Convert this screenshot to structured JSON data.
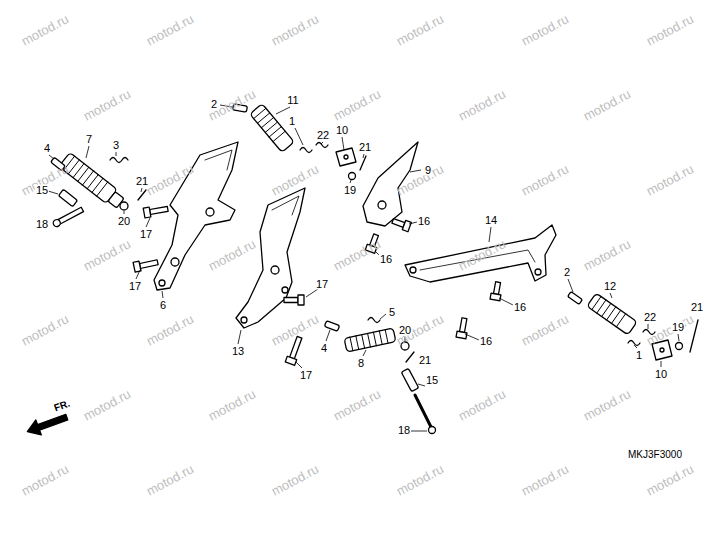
{
  "diagram": {
    "labels": [
      "2",
      "11",
      "1",
      "22",
      "10",
      "7",
      "3",
      "4",
      "21",
      "9",
      "19",
      "15",
      "21",
      "20",
      "18",
      "17",
      "16",
      "14",
      "16",
      "17",
      "6",
      "17",
      "5",
      "2",
      "12",
      "16",
      "4",
      "16",
      "20",
      "22",
      "19",
      "21",
      "13",
      "8",
      "1",
      "21",
      "15",
      "10",
      "17",
      "18",
      "FR.",
      "MKJ3F3000",
      "motod.ru",
      "motod.ru",
      "motod.ru",
      "motod.ru",
      "motod.ru",
      "motod.ru",
      "motod.ru",
      "motod.ru",
      "motod.ru",
      "motod.ru",
      "motod.ru",
      "motod.ru",
      "motod.ru",
      "motod.ru",
      "motod.ru",
      "motod.ru",
      "motod.ru",
      "motod.ru",
      "motod.ru",
      "motod.ru",
      "motod.ru",
      "motod.ru",
      "motod.ru",
      "motod.ru",
      "motod.ru",
      "motod.ru",
      "motod.ru",
      "motod.ru",
      "motod.ru",
      "motod.ru",
      "motod.ru",
      "motod.ru",
      "motod.ru",
      "motod.ru",
      "motod.ru",
      "motod.ru",
      "motod.ru",
      "motod.ru",
      "motod.ru"
    ]
  }
}
